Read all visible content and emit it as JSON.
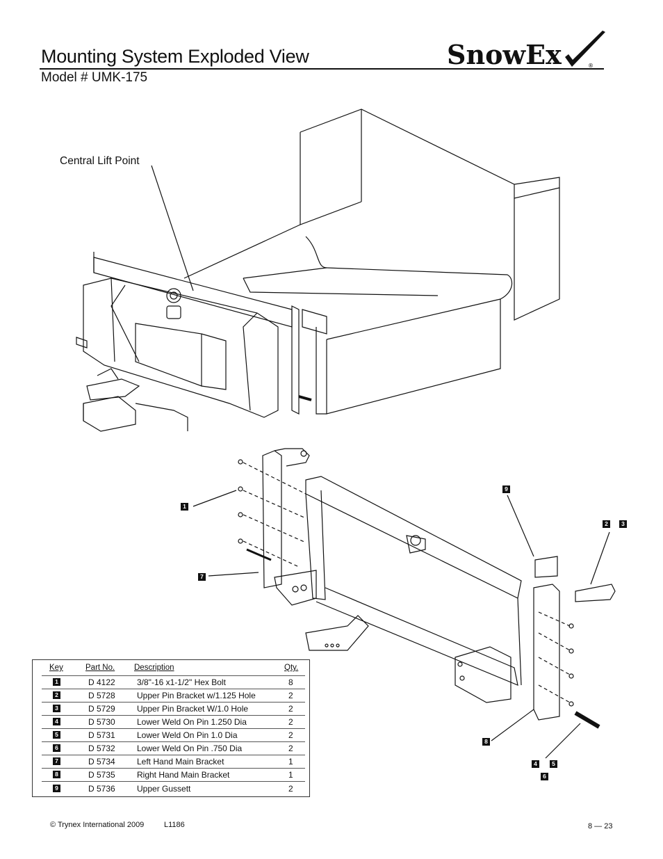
{
  "header": {
    "title": "Mounting System Exploded View",
    "subtitle": "Model # UMK-175",
    "logo_text": "SnowEx"
  },
  "drawing": {
    "callout": "Central Lift Point"
  },
  "parts_table": {
    "headers": {
      "key": "Key",
      "part_no": "Part No.",
      "description": "Description",
      "qty": "Qty."
    },
    "rows": [
      {
        "key": "1",
        "part_no": "D 4122",
        "description": "3/8\"-16 x1-1/2\" Hex Bolt",
        "qty": "8"
      },
      {
        "key": "2",
        "part_no": "D 5728",
        "description": "Upper Pin Bracket w/1.125 Hole",
        "qty": "2"
      },
      {
        "key": "3",
        "part_no": "D 5729",
        "description": "Upper Pin Bracket W/1.0 Hole",
        "qty": "2"
      },
      {
        "key": "4",
        "part_no": "D 5730",
        "description": "Lower Weld On Pin 1.250 Dia",
        "qty": "2"
      },
      {
        "key": "5",
        "part_no": "D 5731",
        "description": "Lower Weld On Pin 1.0 Dia",
        "qty": "2"
      },
      {
        "key": "6",
        "part_no": "D 5732",
        "description": "Lower Weld On Pin .750 Dia",
        "qty": "2"
      },
      {
        "key": "7",
        "part_no": "D 5734",
        "description": "Left Hand Main Bracket",
        "qty": "1"
      },
      {
        "key": "8",
        "part_no": "D 5735",
        "description": "Right Hand Main Bracket",
        "qty": "1"
      },
      {
        "key": "9",
        "part_no": "D 5736",
        "description": "Upper Gussett",
        "qty": "2"
      }
    ]
  },
  "footer": {
    "copyright": "© Trynex International 2009",
    "doc_number": "L1186",
    "page": "8 — 23"
  },
  "callout_keys": {
    "k1": "1",
    "k2": "2",
    "k3": "3",
    "k4": "4",
    "k5": "5",
    "k6": "6",
    "k7": "7",
    "k8": "8",
    "k9": "9"
  }
}
